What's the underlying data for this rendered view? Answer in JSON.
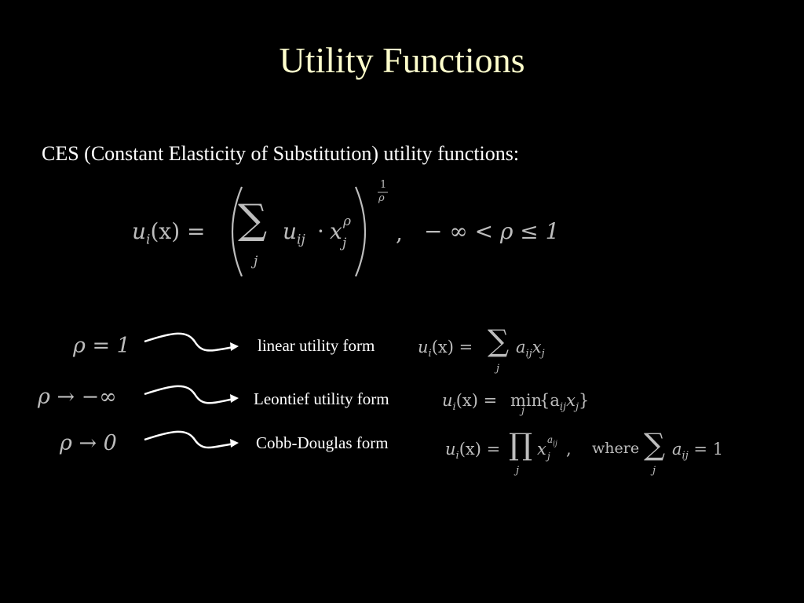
{
  "slide": {
    "title": "Utility Functions",
    "subtitle": "CES (Constant Elasticity of Substitution) utility functions:"
  },
  "main_formula": {
    "lhs": "u",
    "lhs_sub": "i",
    "lhs_arg": "(x) =",
    "sum_index": "j",
    "term": "u",
    "term_sub": "ij",
    "dot": "·",
    "var": "x",
    "var_sup": "ρ",
    "var_sub": "j",
    "exp_num": "1",
    "exp_den": "ρ",
    "comma": ",",
    "condition": "− ∞ < ρ ≤ 1"
  },
  "cases": [
    {
      "condition": "ρ = 1",
      "label": "linear utility form",
      "formula_lhs": "u",
      "formula_lhs_sub": "i",
      "formula_lhs_arg": "(x) =",
      "operator": "∑",
      "index": "j",
      "body": "a",
      "body_sub": "ij",
      "body2": "x",
      "body2_sub": "j"
    },
    {
      "condition": "ρ → −∞",
      "label": "Leontief utility form",
      "formula_lhs": "u",
      "formula_lhs_sub": "i",
      "formula_lhs_arg": "(x) =",
      "operator": "min",
      "index": "j",
      "body": "{a",
      "body_sub": "ij",
      "body2": "x",
      "body2_sub": "j",
      "body3": "}"
    },
    {
      "condition": "ρ → 0",
      "label": "Cobb-Douglas form",
      "formula_lhs": "u",
      "formula_lhs_sub": "i",
      "formula_lhs_arg": "(x) =",
      "operator": "∏",
      "index": "j",
      "body": "x",
      "body_sup": "a",
      "body_sup_sub": "ij",
      "body_sub": "j",
      "comma": ",",
      "where": "where",
      "operator2": "∑",
      "index2": "j",
      "body2": "a",
      "body2_sub": "ij",
      "body2_rest": "= 1"
    }
  ]
}
